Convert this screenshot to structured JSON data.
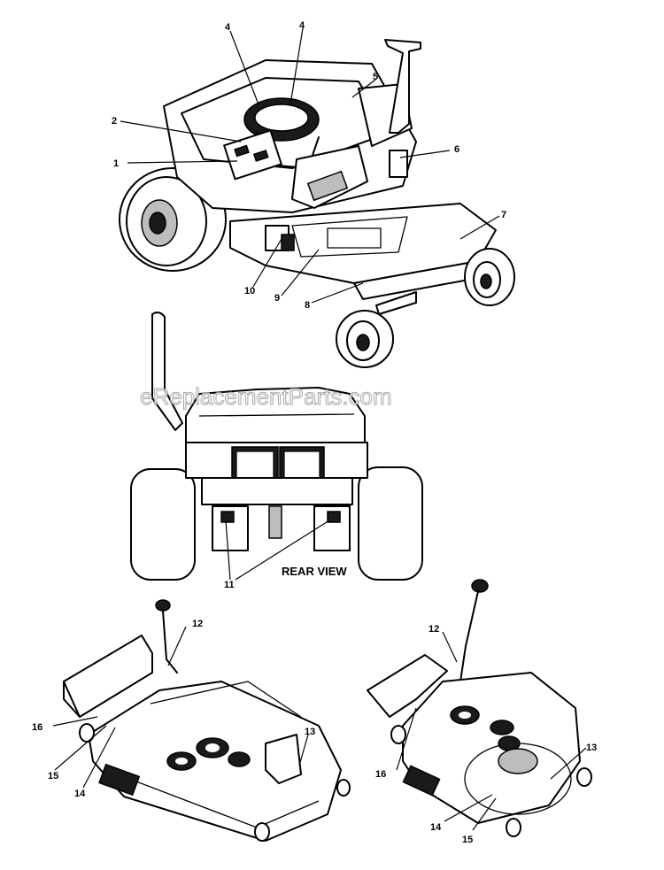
{
  "watermark": "eReplacementParts.com",
  "rear_view_caption": "REAR VIEW",
  "callouts": {
    "c1": "1",
    "c2": "2",
    "c4a": "4",
    "c4b": "4",
    "c5": "5",
    "c6": "6",
    "c7": "7",
    "c8": "8",
    "c9": "9",
    "c10": "10",
    "c11": "11",
    "c12a": "12",
    "c13a": "13",
    "c14a": "14",
    "c15a": "15",
    "c16a": "16",
    "c12b": "12",
    "c13b": "13",
    "c14b": "14",
    "c15b": "15",
    "c16b": "16"
  }
}
